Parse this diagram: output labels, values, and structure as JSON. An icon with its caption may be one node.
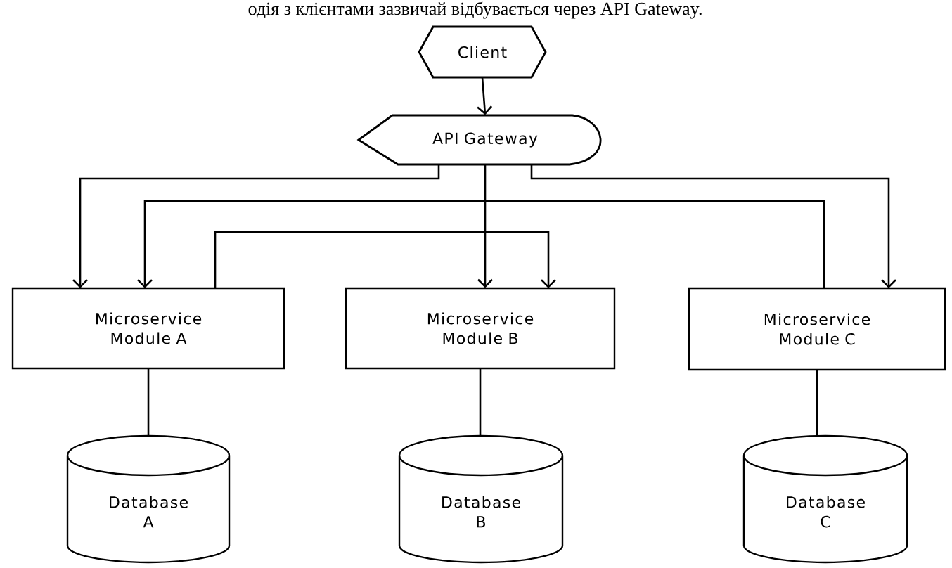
{
  "diagram": {
    "nodes": [
      {
        "text": [
          "Client"
        ]
      },
      {
        "text": [
          "API Gateway"
        ]
      },
      {
        "text": [
          "Microservice Module A"
        ]
      },
      {
        "text": [
          "Microservice Module B"
        ]
      },
      {
        "text": [
          "Microservice Module C"
        ]
      },
      {
        "text": [
          "Database A"
        ]
      },
      {
        "text": [
          "Database B"
        ]
      },
      {
        "text": [
          "Database C"
        ]
      }
    ],
    "edges": [
      {
        "from": 0,
        "to": 1,
        "arrow": "to"
      },
      {
        "from": 1,
        "to": 2,
        "arrow": "to"
      },
      {
        "from": 1,
        "to": 3,
        "arrow": "to"
      },
      {
        "from": 1,
        "to": 4,
        "arrow": "to"
      },
      {
        "from": 4,
        "to": 2,
        "arrow": "to"
      },
      {
        "from": 2,
        "to": 3,
        "arrow": "to"
      },
      {
        "from": 2,
        "to": 5,
        "arrow": "none"
      },
      {
        "from": 3,
        "to": 6,
        "arrow": "none"
      },
      {
        "from": 4,
        "to": 7,
        "arrow": "none"
      }
    ],
    "labels": [
      "одія з клієнтами зазвичай відбувається через API Gateway."
    ]
  }
}
